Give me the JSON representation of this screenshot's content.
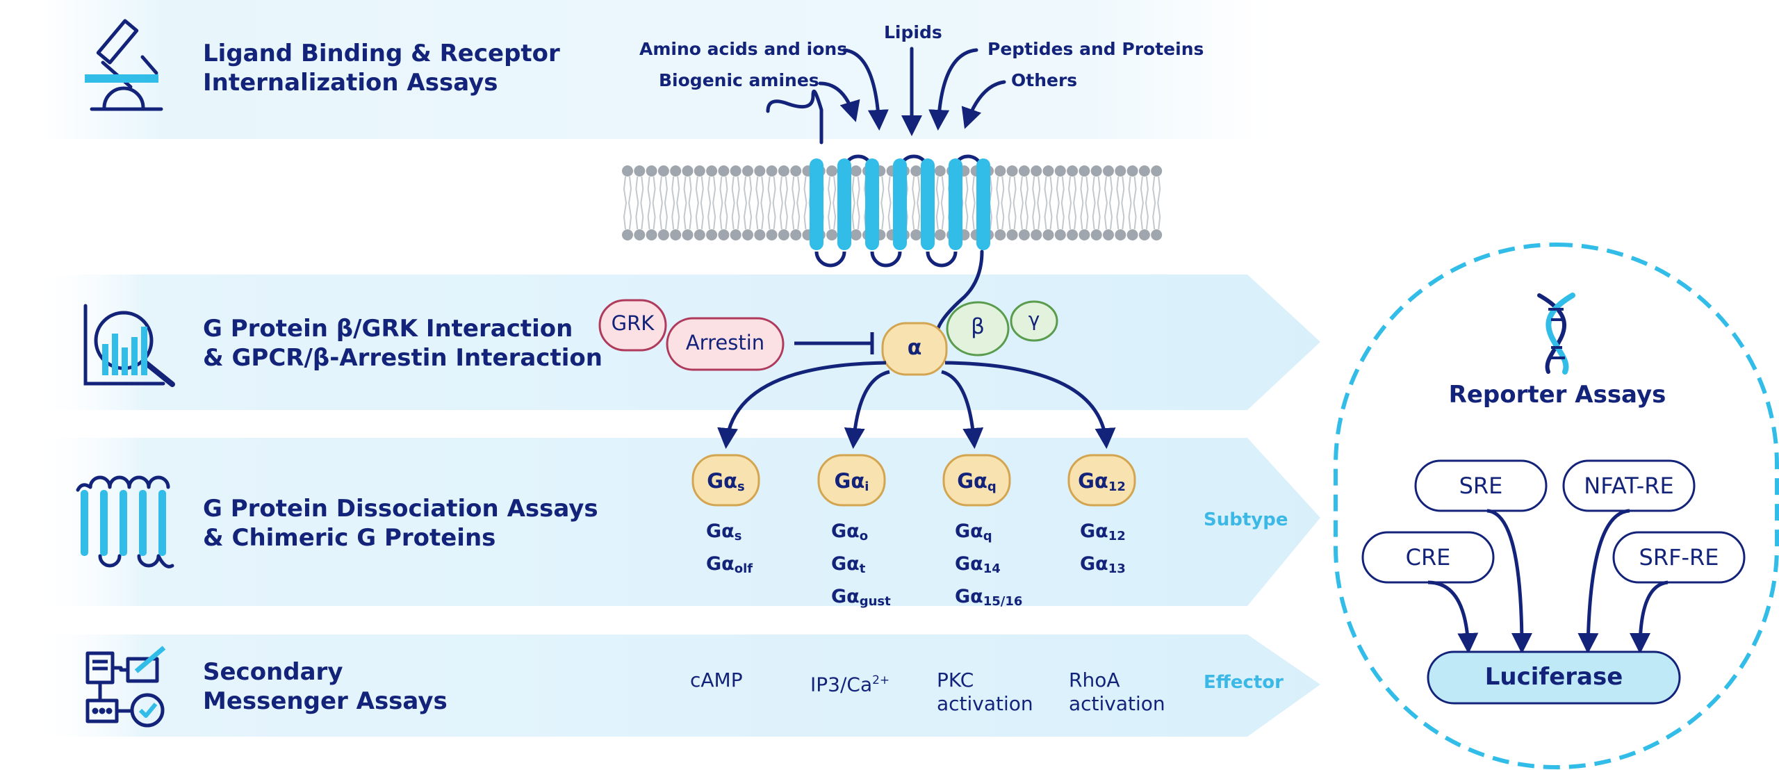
{
  "assays": {
    "ligand_binding": [
      "Ligand Binding & Receptor",
      "Internalization Assays"
    ],
    "g_protein_interaction": [
      "G Protein β/GRK Interaction",
      "& GPCR/β-Arrestin Interaction"
    ],
    "g_protein_dissociation": [
      "G Protein Dissociation Assays",
      "& Chimeric G Proteins"
    ],
    "secondary_messenger": [
      "Secondary",
      "Messenger Assays"
    ]
  },
  "ligands": {
    "amino_acids": "Amino acids and ions",
    "lipids": "Lipids",
    "peptides": "Peptides and Proteins",
    "biogenic": "Biogenic amines",
    "others": "Others"
  },
  "proteins": {
    "grk": "GRK",
    "arrestin": "Arrestin",
    "alpha": "α",
    "beta": "β",
    "gamma": "γ"
  },
  "subtypes": [
    {
      "main": {
        "base": "Gα",
        "sub": "s"
      },
      "members": [
        {
          "base": "Gα",
          "sub": "s"
        },
        {
          "base": "Gα",
          "sub": "olf"
        }
      ]
    },
    {
      "main": {
        "base": "Gα",
        "sub": "i"
      },
      "members": [
        {
          "base": "Gα",
          "sub": "o"
        },
        {
          "base": "Gα",
          "sub": "t"
        },
        {
          "base": "Gα",
          "sub": "gust"
        }
      ]
    },
    {
      "main": {
        "base": "Gα",
        "sub": "q"
      },
      "members": [
        {
          "base": "Gα",
          "sub": "q"
        },
        {
          "base": "Gα",
          "sub": "14"
        },
        {
          "base": "Gα",
          "sub": "15/16"
        }
      ]
    },
    {
      "main": {
        "base": "Gα",
        "sub": "12"
      },
      "members": [
        {
          "base": "Gα",
          "sub": "12"
        },
        {
          "base": "Gα",
          "sub": "13"
        }
      ]
    }
  ],
  "effectors": {
    "camp": "cAMP",
    "ip3": {
      "base": "IP3/Ca",
      "sup": "2+"
    },
    "pkc": [
      "PKC",
      "activation"
    ],
    "rhoa": [
      "RhoA",
      "activation"
    ]
  },
  "row_tags": {
    "subtype": "Subtype",
    "effector": "Effector"
  },
  "reporter": {
    "title": "Reporter Assays",
    "elements": {
      "sre": "SRE",
      "nfat": "NFAT-RE",
      "cre": "CRE",
      "srf": "SRF-RE"
    },
    "luciferase": "Luciferase"
  },
  "colors": {
    "navy": "#13237a",
    "cyan": "#32bde9",
    "band_light": "#e3f4fc",
    "alpha_fill": "#f8e3b0",
    "alpha_stroke": "#d3a551",
    "pink_fill": "#fbe0e4",
    "pink_stroke": "#b03a5c",
    "green_fill": "#e3f2dc",
    "green_stroke": "#5a9c4e",
    "lipid_grey": "#a0a6ad",
    "luciferase_fill": "#bfe9f7"
  },
  "icons": [
    "microscope-icon",
    "chart-magnifier-icon",
    "gpcr-icon",
    "workflow-icon",
    "dna-icon"
  ]
}
